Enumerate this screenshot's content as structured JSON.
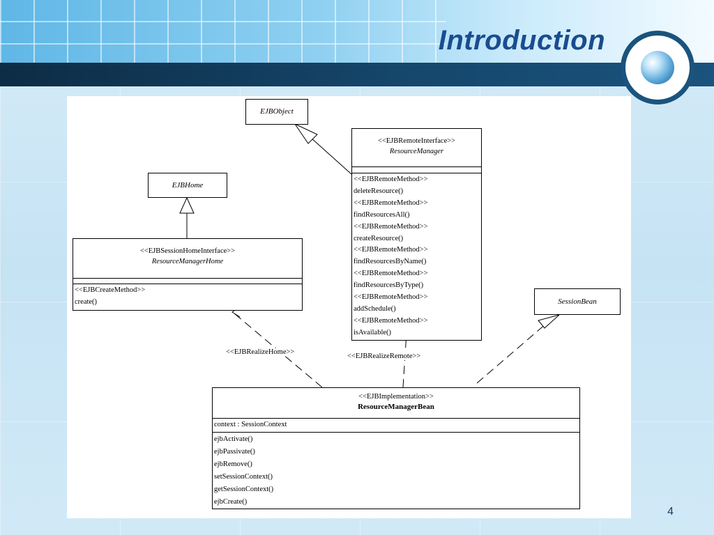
{
  "slide": {
    "title": "Introduction",
    "page_number": "4"
  },
  "colors": {
    "title": "#1a4c8f",
    "dark_bar": "#15466b",
    "background": "#d1e9f7"
  },
  "icons": [
    "globe-icon"
  ],
  "diagram": {
    "ejb_object": {
      "name": "EJBObject"
    },
    "ejb_home": {
      "name": "EJBHome"
    },
    "session_bean": {
      "name": "SessionBean"
    },
    "resource_manager": {
      "stereotype": "<<EJBRemoteInterface>>",
      "name": "ResourceManager",
      "methods": [
        "<<EJBRemoteMethod>>",
        "deleteResource()",
        "<<EJBRemoteMethod>>",
        "findResourcesAll()",
        "<<EJBRemoteMethod>>",
        "createResource()",
        "<<EJBRemoteMethod>>",
        "findResourcesByName()",
        "<<EJBRemoteMethod>>",
        "findResourcesByType()",
        "<<EJBRemoteMethod>>",
        "addSchedule()",
        "<<EJBRemoteMethod>>",
        "isAvailable()"
      ]
    },
    "resource_manager_home": {
      "stereotype": "<<EJBSessionHomeInterface>>",
      "name": "ResourceManagerHome",
      "methods": [
        "<<EJBCreateMethod>>",
        "create()"
      ]
    },
    "resource_manager_bean": {
      "stereotype": "<<EJBImplementation>>",
      "name": "ResourceManagerBean",
      "attributes": [
        "context : SessionContext"
      ],
      "methods": [
        "ejbActivate()",
        "ejbPassivate()",
        "ejbRemove()",
        "setSessionContext()",
        "getSessionContext()",
        "ejbCreate()"
      ]
    },
    "relations": {
      "realize_home": "<<EJBRealizeHome>>",
      "realize_remote": "<<EJBRealizeRemote>>"
    }
  }
}
